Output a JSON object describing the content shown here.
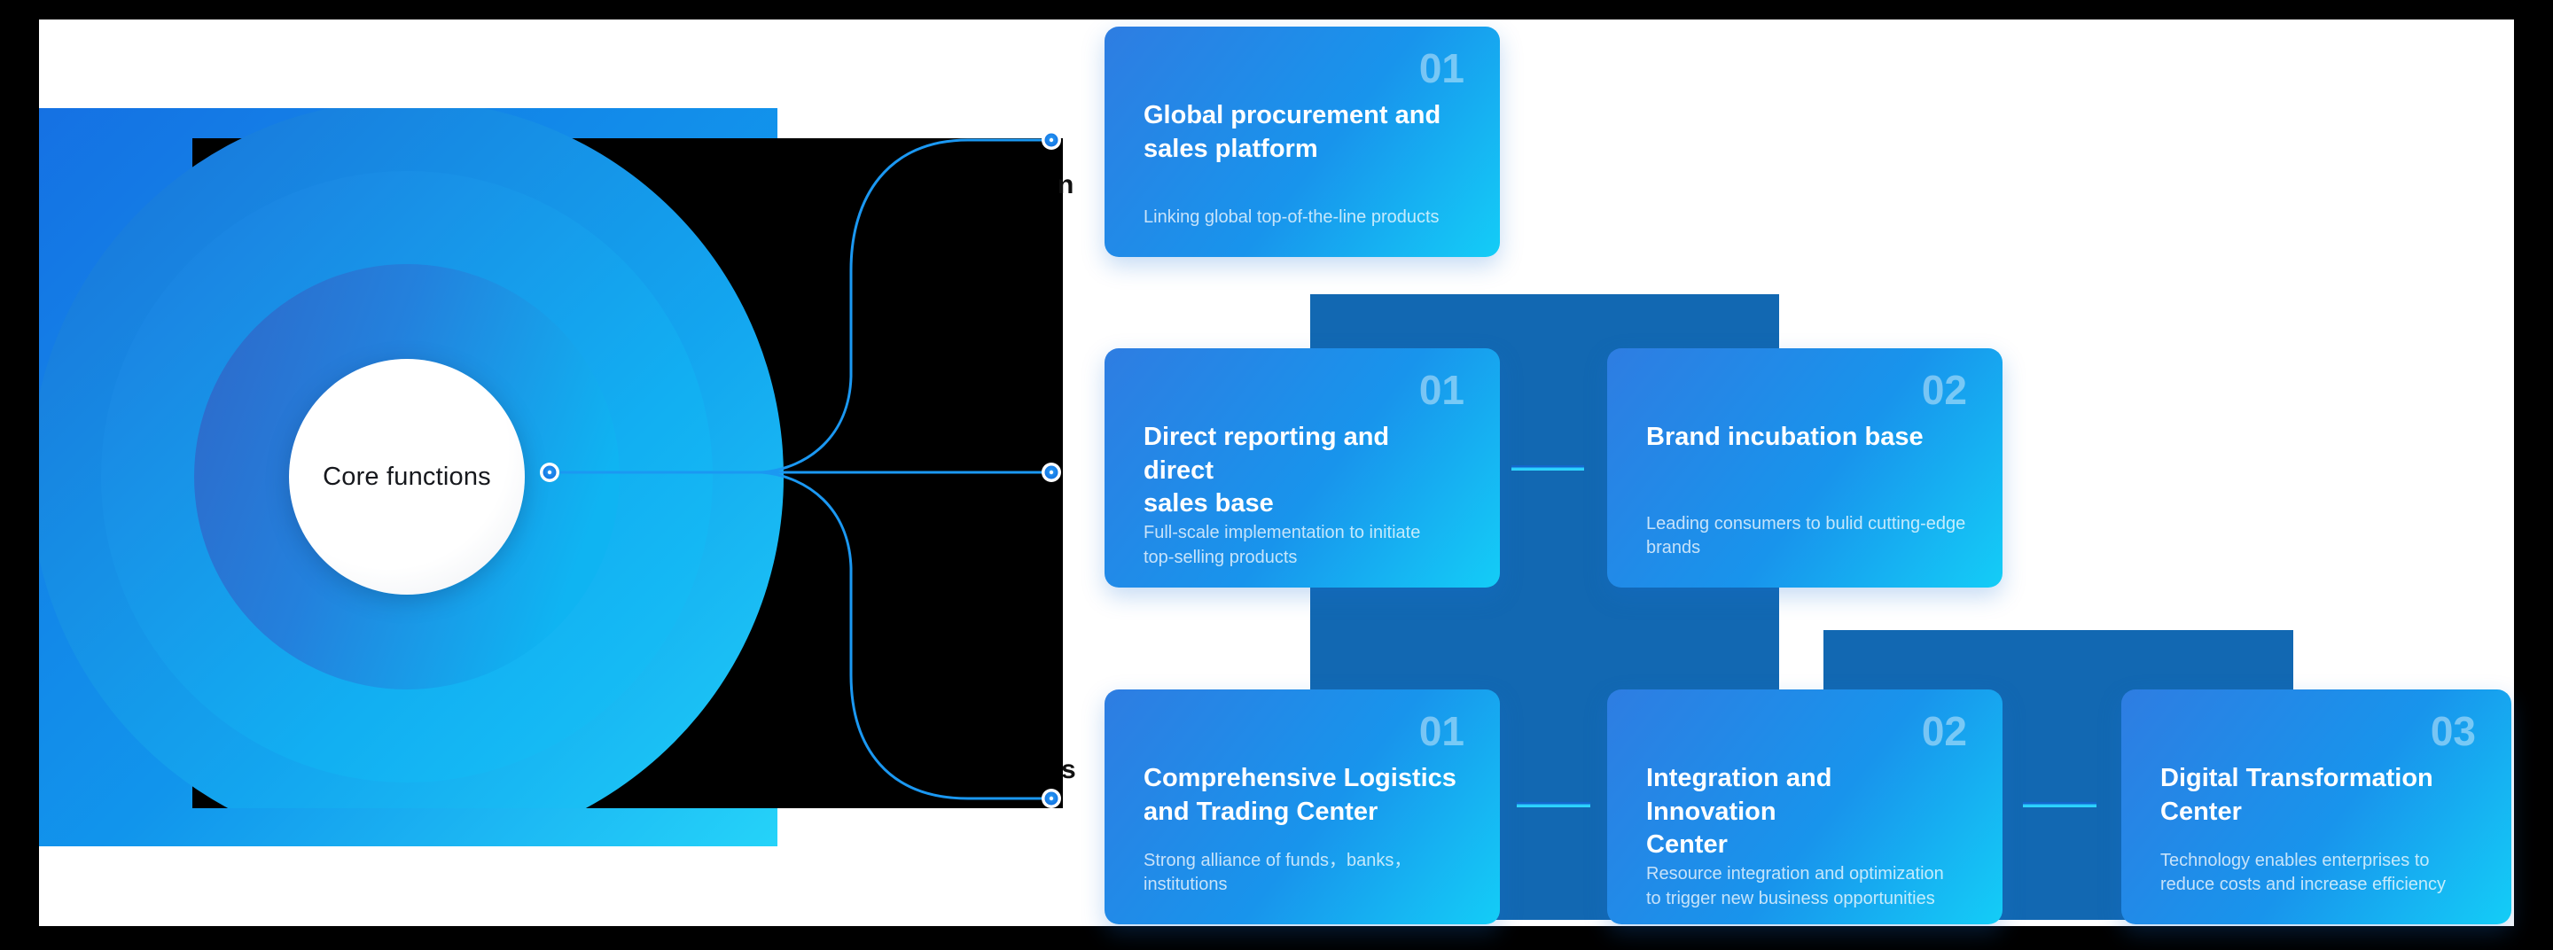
{
  "diagram": {
    "core_label": "Core functions",
    "truncated_labels": {
      "top": "n",
      "bottom": "s"
    }
  },
  "rows": {
    "top": [
      {
        "number": "01",
        "title": "Global procurement and\nsales platform",
        "subtitle": "Linking global top-of-the-line products"
      }
    ],
    "middle": [
      {
        "number": "01",
        "title": "Direct reporting and direct\nsales base",
        "subtitle": "Full-scale implementation to initiate\ntop-selling products"
      },
      {
        "number": "02",
        "title": "Brand incubation base",
        "subtitle": "Leading consumers to bulid cutting-edge\nbrands"
      }
    ],
    "bottom": [
      {
        "number": "01",
        "title": "Comprehensive Logistics\nand Trading Center",
        "subtitle": "Strong alliance of funds，banks，\ninstitutions"
      },
      {
        "number": "02",
        "title": "Integration and Innovation\nCenter",
        "subtitle": "Resource integration and optimization\nto trigger new business opportunities"
      },
      {
        "number": "03",
        "title": "Digital Transformation\nCenter",
        "subtitle": "Technology enables enterprises to\nreduce costs and increase efficiency"
      }
    ]
  },
  "colors": {
    "page_background": "#000000",
    "surface": "#ffffff",
    "line_accent": "#1b98f2",
    "connector_bright": "#30d9ff",
    "panel_dark_blue": "#1268b2",
    "card_gradient_start": "#2e7de2",
    "card_gradient_end": "#14cdf7",
    "square_gradient_start": "#1571e3",
    "square_gradient_end": "#25d3f9",
    "number_tint": "rgba(255,255,255,0.42)"
  }
}
